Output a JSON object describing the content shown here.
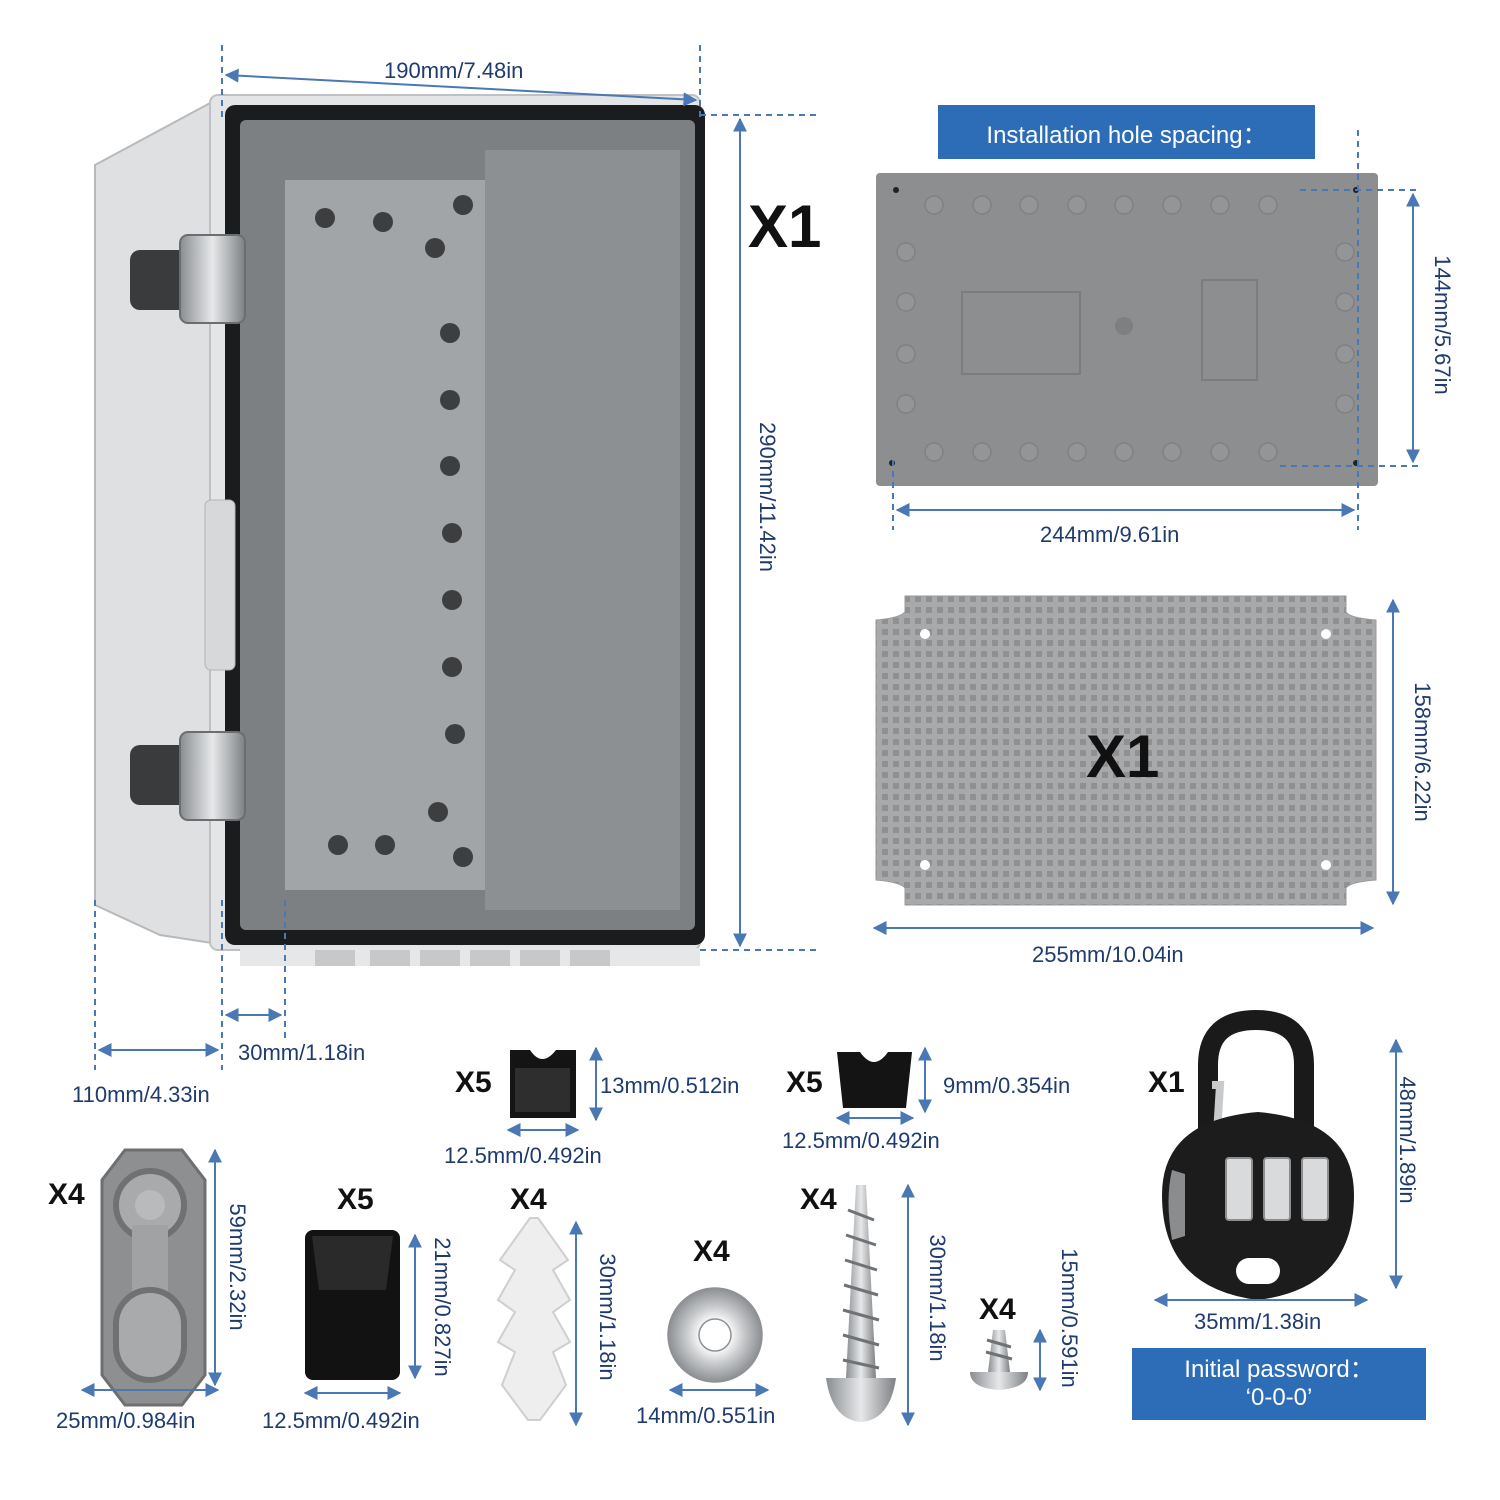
{
  "colors": {
    "accent": "#2d6db8",
    "dimension_line": "#4a78b5",
    "label_text": "#1f3b6e"
  },
  "main_box": {
    "quantity": "X1",
    "width": "190mm/7.48in",
    "height": "290mm/11.42in",
    "depth": "110mm/4.33in",
    "lid_depth": "30mm/1.18in"
  },
  "installation": {
    "title": "Installation hole spacing：",
    "width": "244mm/9.61in",
    "height": "144mm/5.67in"
  },
  "mounting_plate": {
    "quantity": "X1",
    "width": "255mm/10.04in",
    "height": "158mm/6.22in"
  },
  "cable_clip_large": {
    "quantity": "X5",
    "height": "13mm/0.512in",
    "width": "12.5mm/0.492in"
  },
  "cable_clip_small": {
    "quantity": "X5",
    "height": "9mm/0.354in",
    "width": "12.5mm/0.492in"
  },
  "padlock": {
    "quantity": "X1",
    "height": "48mm/1.89in",
    "width": "35mm/1.38in",
    "password_label": "Initial password：",
    "password_value": "‘0-0-0’"
  },
  "mounting_bracket": {
    "quantity": "X4",
    "height": "59mm/2.32in",
    "width": "25mm/0.984in"
  },
  "cover_cap": {
    "quantity": "X5",
    "height": "21mm/0.827in",
    "width": "12.5mm/0.492in"
  },
  "wall_anchor": {
    "quantity": "X4",
    "height": "30mm/1.18in"
  },
  "washer": {
    "quantity": "X4",
    "width": "14mm/0.551in"
  },
  "long_screw": {
    "quantity": "X4",
    "height": "30mm/1.18in"
  },
  "short_screw": {
    "quantity": "X4",
    "height": "15mm/0.591in"
  }
}
